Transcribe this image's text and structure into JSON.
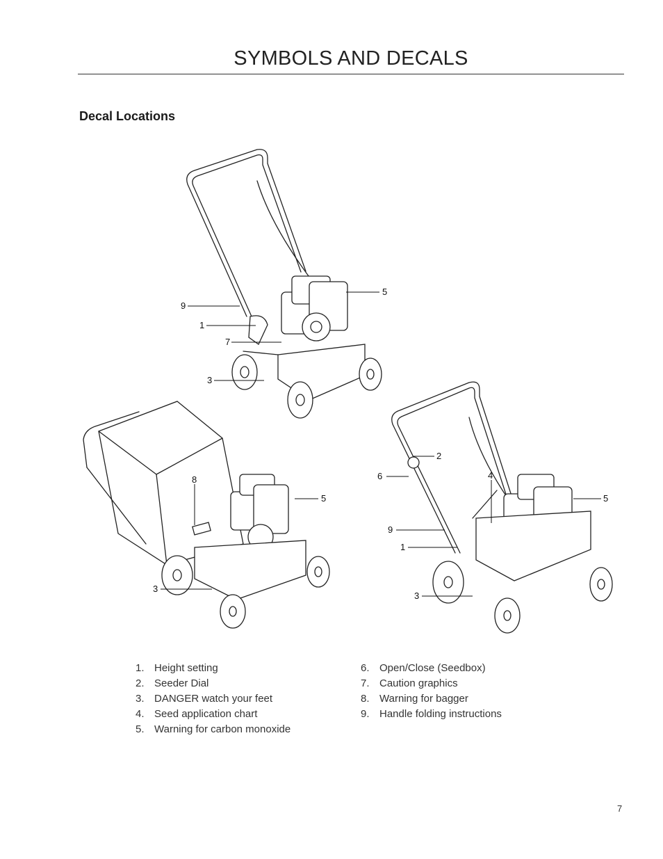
{
  "header": {
    "title": "SYMBOLS AND DECALS"
  },
  "section": {
    "title": "Decal Locations"
  },
  "figures": {
    "top": {
      "callouts": [
        "5",
        "9",
        "1",
        "7",
        "3"
      ]
    },
    "bottom_left": {
      "callouts": [
        "8",
        "5",
        "3"
      ]
    },
    "bottom_right": {
      "callouts": [
        "2",
        "6",
        "4",
        "5",
        "9",
        "1",
        "3"
      ]
    }
  },
  "legend": {
    "left": [
      {
        "num": "1.",
        "label": "Height setting"
      },
      {
        "num": "2.",
        "label": "Seeder Dial"
      },
      {
        "num": "3.",
        "label": "DANGER watch your feet"
      },
      {
        "num": "4.",
        "label": "Seed application chart"
      },
      {
        "num": "5.",
        "label": "Warning for carbon monoxide"
      }
    ],
    "right": [
      {
        "num": "6.",
        "label": "Open/Close (Seedbox)"
      },
      {
        "num": "7.",
        "label": "Caution graphics"
      },
      {
        "num": "8.",
        "label": "Warning for bagger"
      },
      {
        "num": "9.",
        "label": "Handle folding instructions"
      }
    ]
  },
  "page_number": "7"
}
